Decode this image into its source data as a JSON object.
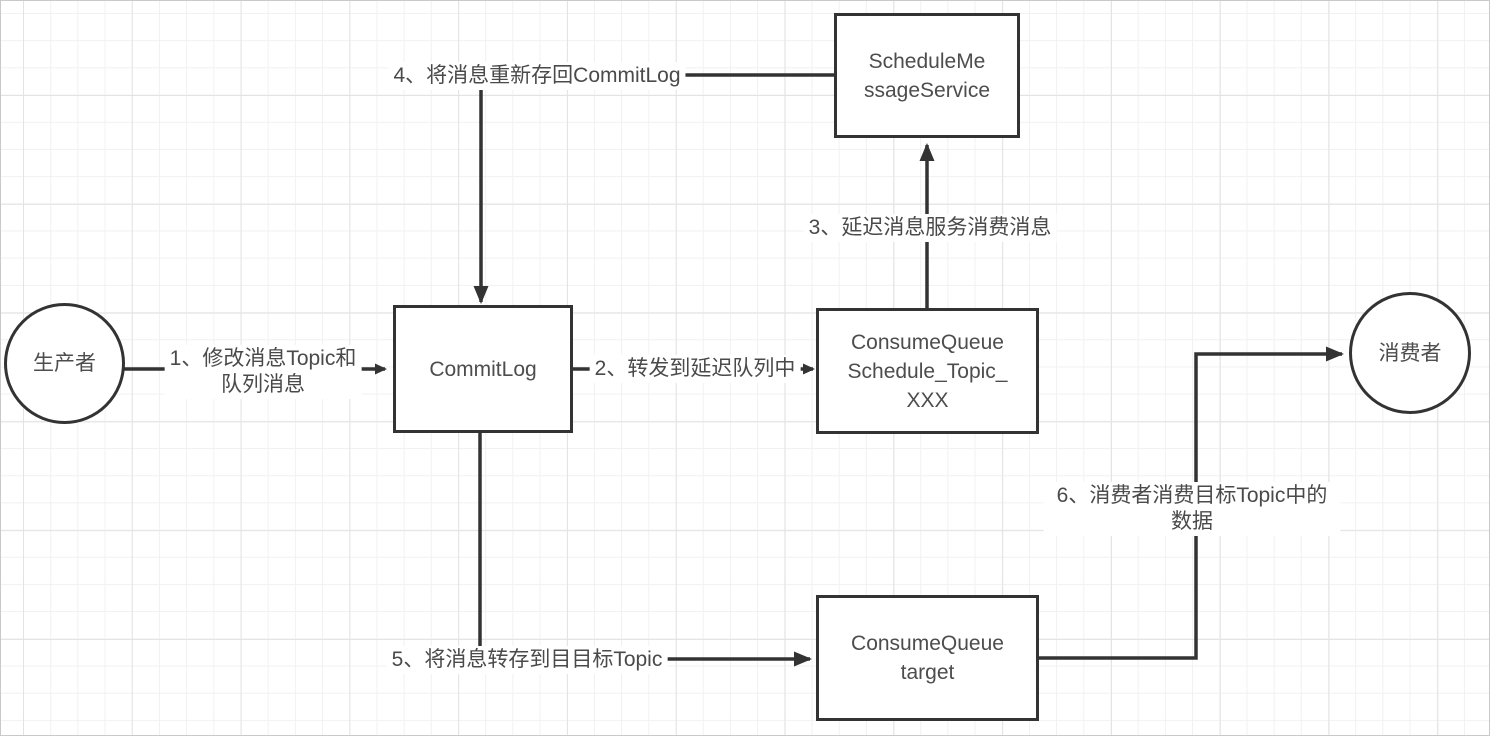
{
  "diagram": {
    "nodes": {
      "producer": {
        "label": "生产者",
        "shape": "circle"
      },
      "commitlog": {
        "label": "CommitLog",
        "shape": "rect"
      },
      "schedule_service": {
        "label": "ScheduleMe\nssageService",
        "shape": "rect"
      },
      "schedule_topic_queue": {
        "label": "ConsumeQueue\nSchedule_Topic_\nXXX",
        "shape": "rect"
      },
      "target_queue": {
        "label": "ConsumeQueue\ntarget",
        "shape": "rect"
      },
      "consumer": {
        "label": "消费者",
        "shape": "circle"
      }
    },
    "edges": {
      "step1": {
        "label": "1、修改消息Topic和\n队列消息",
        "from": "producer",
        "to": "commitlog"
      },
      "step2": {
        "label": "2、转发到延迟队列中",
        "from": "commitlog",
        "to": "schedule_topic_queue"
      },
      "step3": {
        "label": "3、延迟消息服务消费消息",
        "from": "schedule_topic_queue",
        "to": "schedule_service"
      },
      "step4": {
        "label": "4、将消息重新存回CommitLog",
        "from": "schedule_service",
        "to": "commitlog"
      },
      "step5": {
        "label": "5、将消息转存到目目标Topic",
        "from": "commitlog",
        "to": "target_queue"
      },
      "step6": {
        "label": "6、消费者消费目标Topic中的数据",
        "from": "target_queue",
        "to": "consumer"
      }
    },
    "colors": {
      "stroke": "#333333",
      "text": "#4a4a4a",
      "node_bg": "#ffffff",
      "label_bg": "#ffffff",
      "grid_minor": "#f1f1f1",
      "grid_major": "#e3e3e3"
    }
  }
}
